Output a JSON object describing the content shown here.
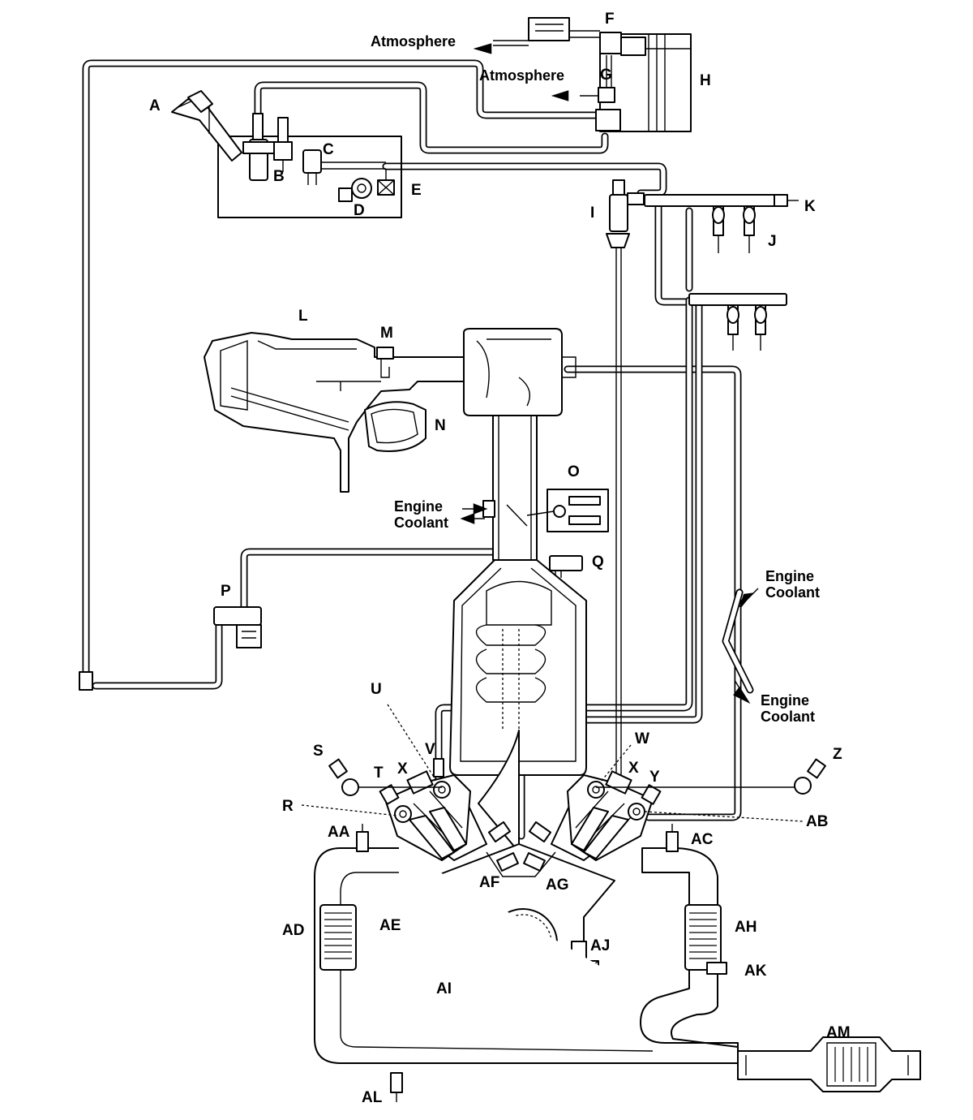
{
  "labels": {
    "A": "A",
    "B": "B",
    "C": "C",
    "D": "D",
    "E": "E",
    "F": "F",
    "G": "G",
    "H": "H",
    "I": "I",
    "J": "J",
    "K": "K",
    "L": "L",
    "M": "M",
    "N": "N",
    "O": "O",
    "P": "P",
    "Q": "Q",
    "R": "R",
    "S": "S",
    "T": "T",
    "U": "U",
    "V": "V",
    "W": "W",
    "X": "X",
    "Y": "Y",
    "Z": "Z",
    "AA": "AA",
    "AB": "AB",
    "AC": "AC",
    "AD": "AD",
    "AE": "AE",
    "AF": "AF",
    "AG": "AG",
    "AH": "AH",
    "AI": "AI",
    "AJ": "AJ",
    "AK": "AK",
    "AL": "AL",
    "AM": "AM"
  },
  "annotations": {
    "atmosphere": "Atmosphere",
    "engine": "Engine",
    "coolant": "Coolant"
  }
}
